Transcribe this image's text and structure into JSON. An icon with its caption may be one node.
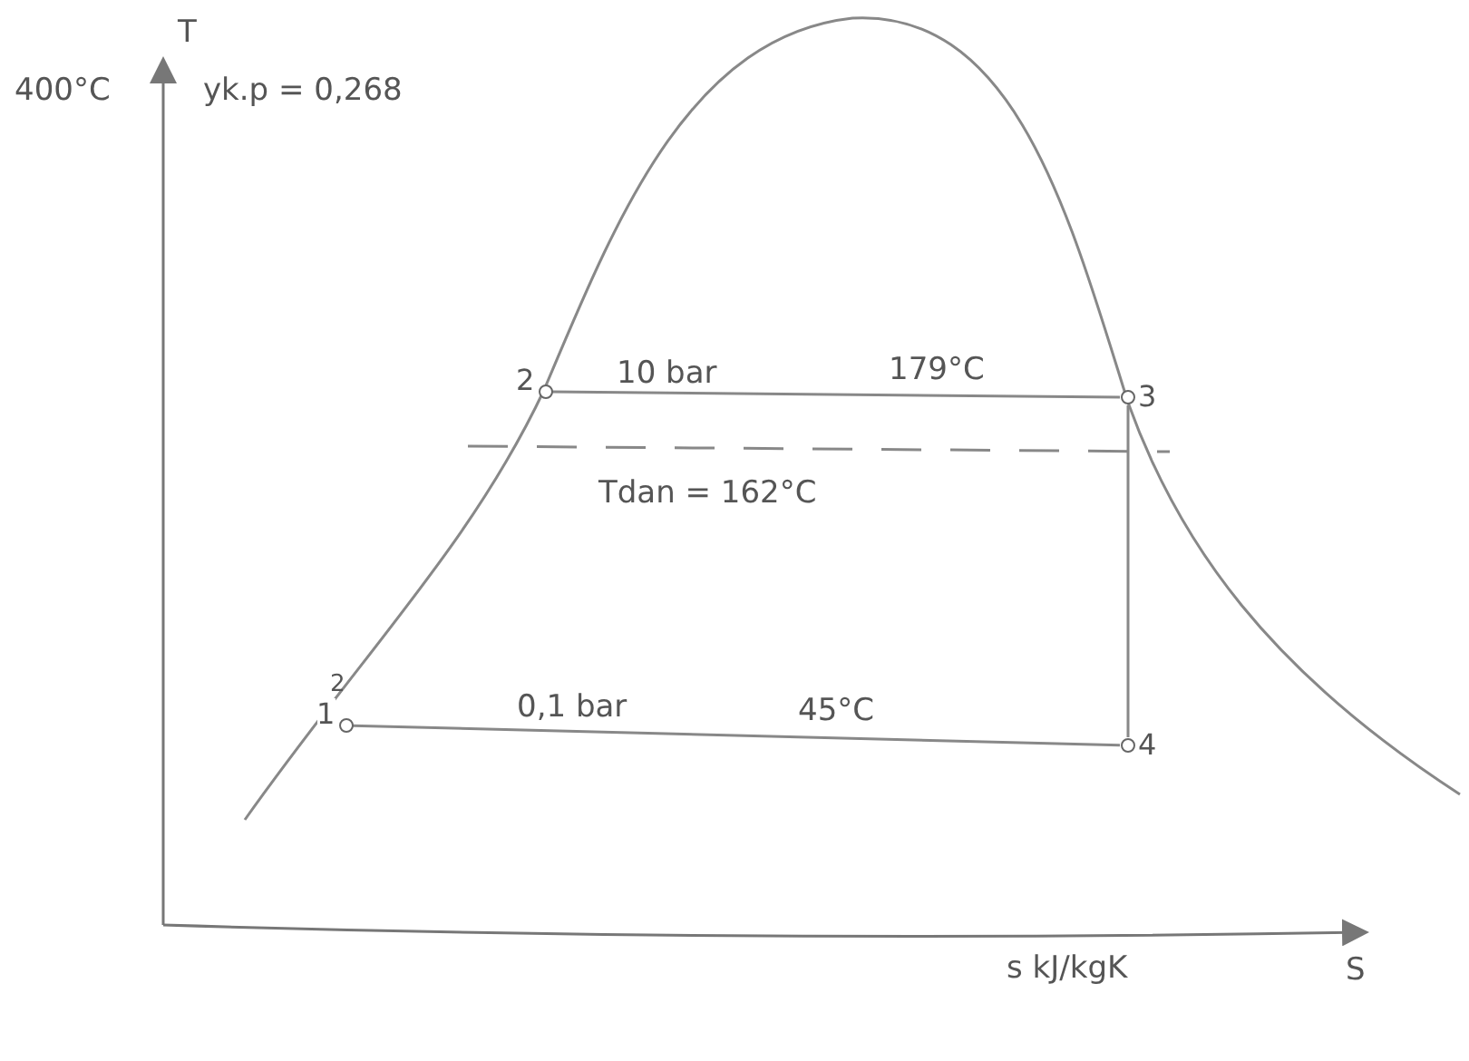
{
  "diagram": {
    "nodes": [
      {
        "text": [
          "2"
        ]
      },
      {
        "text": [
          "3"
        ]
      },
      {
        "text": [
          "1"
        ]
      },
      {
        "text": [
          "4"
        ]
      }
    ],
    "edges": [
      {
        "from": 0,
        "to": 1,
        "arrow": "none"
      },
      {
        "from": 1,
        "to": 3,
        "arrow": "none"
      },
      {
        "from": 3,
        "to": 2,
        "arrow": "none"
      }
    ],
    "labels": [
      "T",
      "400°C",
      "yk.p = 0,268",
      "10 bar",
      "179°C",
      "Tdan = 162°C",
      "2",
      "0,1 bar",
      "45°C",
      "s kJ/kgK",
      "S"
    ]
  }
}
